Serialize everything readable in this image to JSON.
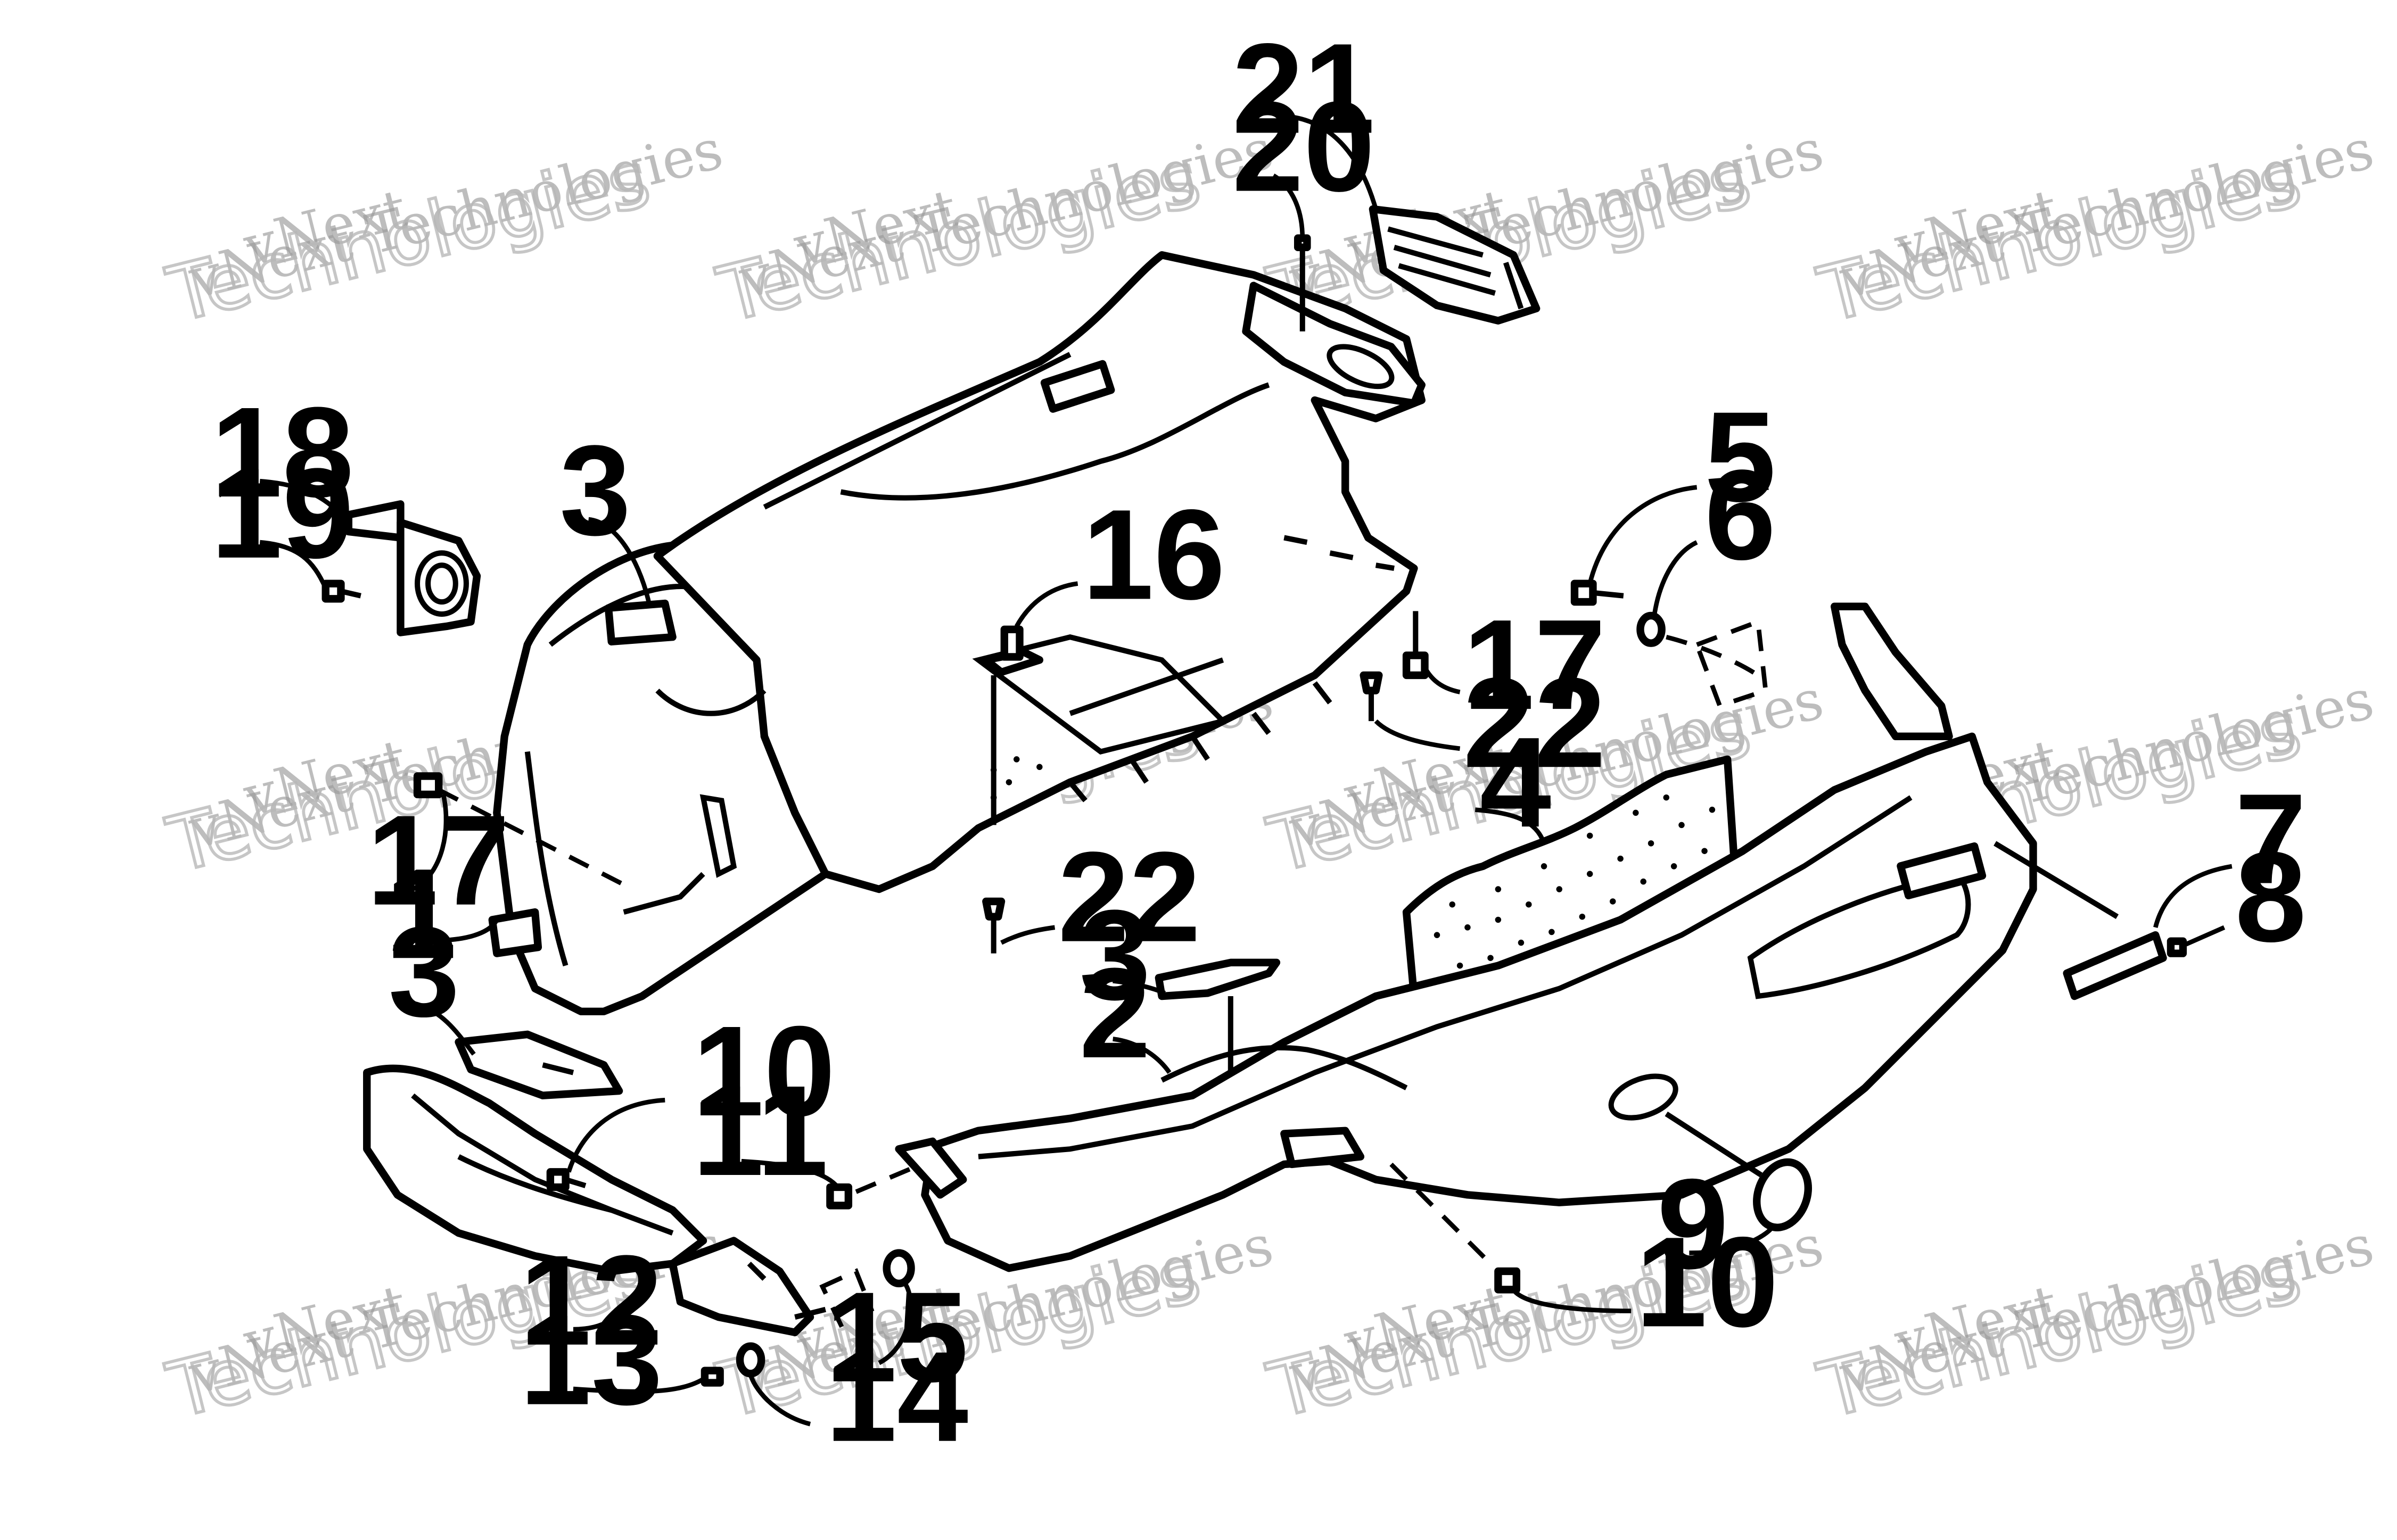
{
  "diagram": {
    "callouts": [
      {
        "id": "c21",
        "label": "21"
      },
      {
        "id": "c20",
        "label": "20"
      },
      {
        "id": "c18",
        "label": "18"
      },
      {
        "id": "c19",
        "label": "19"
      },
      {
        "id": "c3a",
        "label": "3"
      },
      {
        "id": "c16",
        "label": "16"
      },
      {
        "id": "c5",
        "label": "5"
      },
      {
        "id": "c6",
        "label": "6"
      },
      {
        "id": "c17a",
        "label": "17"
      },
      {
        "id": "c22a",
        "label": "22"
      },
      {
        "id": "c4",
        "label": "4"
      },
      {
        "id": "c17b",
        "label": "17"
      },
      {
        "id": "c1",
        "label": "1"
      },
      {
        "id": "c22b",
        "label": "22"
      },
      {
        "id": "c7",
        "label": "7"
      },
      {
        "id": "c8",
        "label": "8"
      },
      {
        "id": "c3b",
        "label": "3"
      },
      {
        "id": "c3c",
        "label": "3"
      },
      {
        "id": "c2",
        "label": "2"
      },
      {
        "id": "c10a",
        "label": "10"
      },
      {
        "id": "c11",
        "label": "11"
      },
      {
        "id": "c9",
        "label": "9"
      },
      {
        "id": "c10b",
        "label": "10"
      },
      {
        "id": "c12",
        "label": "12"
      },
      {
        "id": "c15",
        "label": "15"
      },
      {
        "id": "c13",
        "label": "13"
      },
      {
        "id": "c14",
        "label": "14"
      }
    ],
    "watermark": {
      "line1": "vNext",
      "line2": "vNext Technologies",
      "line3": "Technologies"
    }
  }
}
